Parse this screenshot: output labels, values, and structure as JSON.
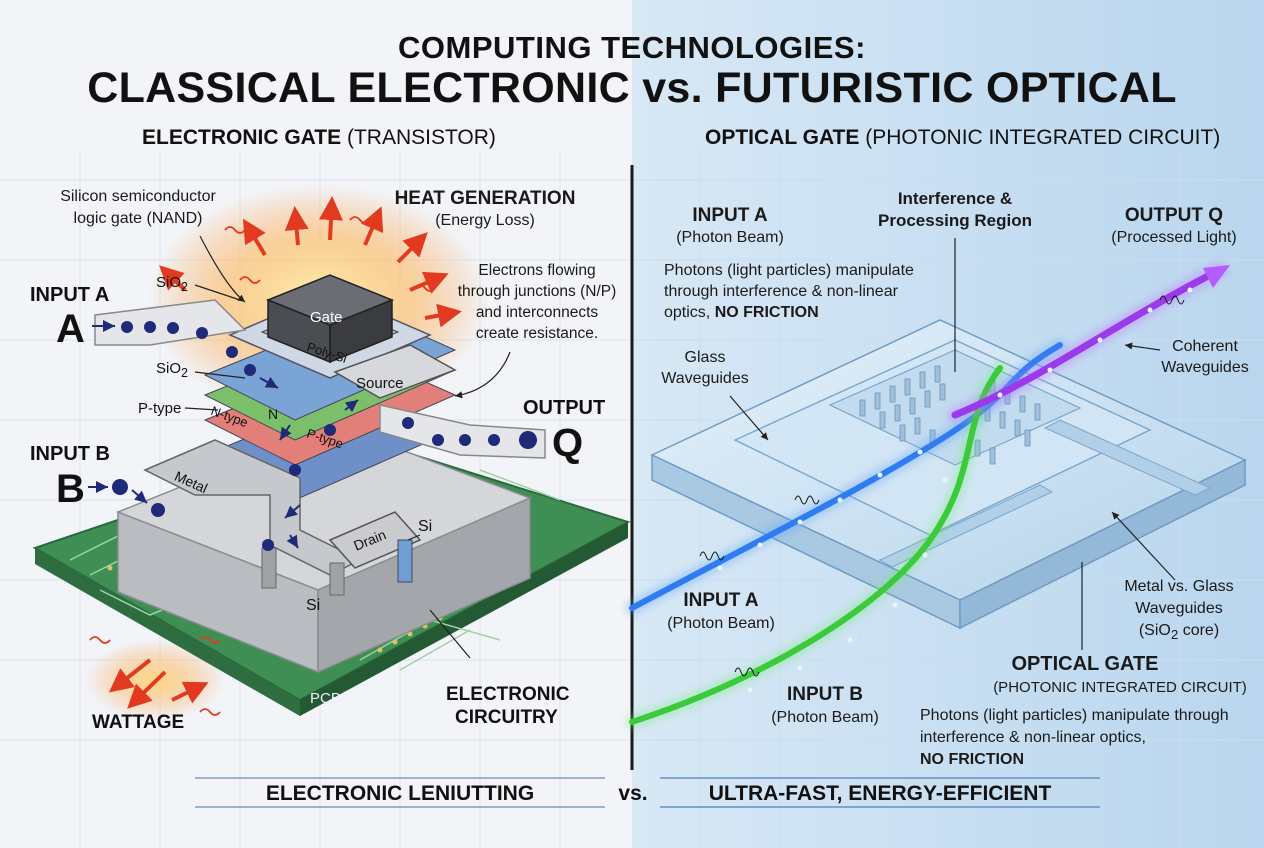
{
  "title": {
    "line1": "COMPUTING TECHNOLOGIES:",
    "line2": "CLASSICAL ELECTRONIC vs. FUTURISTIC OPTICAL"
  },
  "left": {
    "heading_bold": "ELECTRONIC GATE",
    "heading_rest": " (TRANSISTOR)",
    "silicon_note": [
      "Silicon semiconductor",
      "logic gate (NAND)"
    ],
    "heat_title": "HEAT GENERATION",
    "heat_sub": "(Energy Loss)",
    "electron_note": [
      "Electrons flowing",
      "through junctions (N/P)",
      "and interconnects",
      "create resistance."
    ],
    "input_a_label": "INPUT A",
    "input_a_letter": "A",
    "input_b_label": "INPUT B",
    "input_b_letter": "B",
    "output_label": "OUTPUT",
    "output_letter": "Q",
    "gate": "Gate",
    "poly_si": "Poly-Si",
    "sio2_top": "SiO",
    "sio2_mid": "SiO",
    "sio2_sub": "2",
    "source": "Source",
    "n_label": "N",
    "p_type_left": "P-type",
    "n_type": "N-type",
    "p_type_inner": "P-type",
    "metal": "Metal",
    "drain": "Drain",
    "si_right": "Si",
    "si_bottom": "Si",
    "pcb": "PCB",
    "circuitry": [
      "ELECTRONIC",
      "CIRCUITRY"
    ],
    "wattage": "WATTAGE"
  },
  "right": {
    "heading_bold": "OPTICAL GATE",
    "heading_rest": " (PHOTONIC INTEGRATED CIRCUIT)",
    "input_a_title": "INPUT A",
    "input_a_sub": "(Photon Beam)",
    "interference": [
      "Interference &",
      "Processing Region"
    ],
    "output_title": "OUTPUT Q",
    "output_sub": "(Processed Light)",
    "photon_note_1": "Photons (light particles) manipulate",
    "photon_note_2": "through interference & non-linear",
    "photon_note_3a": "optics, ",
    "photon_note_3b": "NO FRICTION",
    "glass_wg": [
      "Glass",
      "Waveguides"
    ],
    "coherent_wg": [
      "Coherent",
      "Waveguides"
    ],
    "input_a2_title": "INPUT A",
    "input_a2_sub": "(Photon Beam)",
    "metal_glass": [
      "Metal vs. Glass",
      "Waveguides"
    ],
    "sio2_core_a": "(SiO",
    "sio2_core_sub": "2",
    "sio2_core_b": " core)",
    "optical_gate_title": "OPTICAL GATE",
    "optical_gate_sub": "(PHOTONIC INTEGRATED CIRCUIT)",
    "input_b_title": "INPUT B",
    "input_b_sub": "(Photon Beam)",
    "bottom_note_1": "Photons (light particles) manipulate through",
    "bottom_note_2": "interference & non-linear optics,",
    "bottom_note_3": "NO FRICTION"
  },
  "footer": {
    "left": "ELECTRONIC LENIUTTING",
    "vs": "vs.",
    "right": "ULTRA-FAST, ENERGY-EFFICIENT"
  },
  "colors": {
    "left_bg": "#f2f4f7",
    "right_bg": "#c6def0",
    "pcb_green": "#3f8f55",
    "gate_dark": "#4a4d52",
    "heat_red": "#e23a20",
    "beam_blue": "#2f7cf0",
    "beam_green": "#3cc93c",
    "beam_purple": "#9a3ae8",
    "electron_navy": "#1f2a78"
  }
}
